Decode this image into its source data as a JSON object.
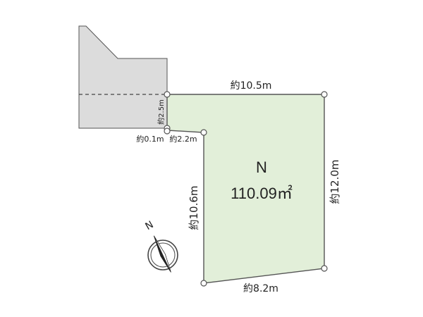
{
  "lot": {
    "name": "N",
    "area": "110.09㎡"
  },
  "dimensions": {
    "top": "約10.5m",
    "right": "約12.0m",
    "bottom": "約8.2m",
    "left": "約10.6m",
    "small_vertical": "約2.5m",
    "small_horizontal_1": "約0.1m",
    "small_horizontal_2": "約2.2m"
  },
  "compass": {
    "label": "N"
  },
  "colors": {
    "lot_fill": "#e2efd9",
    "neighbor_fill": "#dcdcdc",
    "outline": "#555555"
  }
}
